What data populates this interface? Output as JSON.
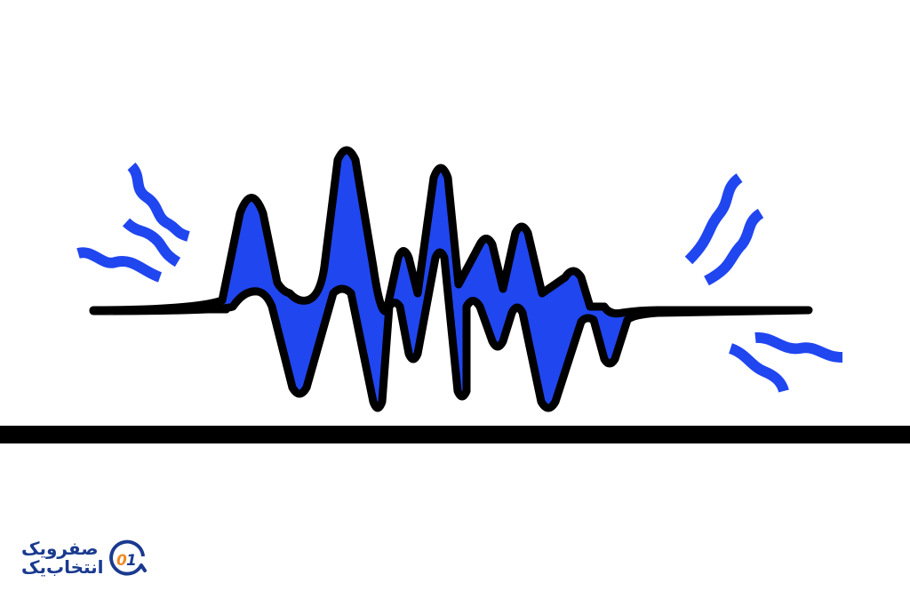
{
  "illustration": {
    "subject": "seismic / sound wave with vibration squiggles",
    "colors": {
      "wave_fill": "#2046f0",
      "outline": "#000000",
      "background": "#ffffff",
      "ground_line": "#000000"
    }
  },
  "logo": {
    "line1": "صفرویک",
    "line2": "انتخاب‌یک",
    "mark_text": "01",
    "colors": {
      "ring": "#1a3a8f",
      "zero": "#f08a24",
      "one": "#1a3a8f"
    }
  }
}
